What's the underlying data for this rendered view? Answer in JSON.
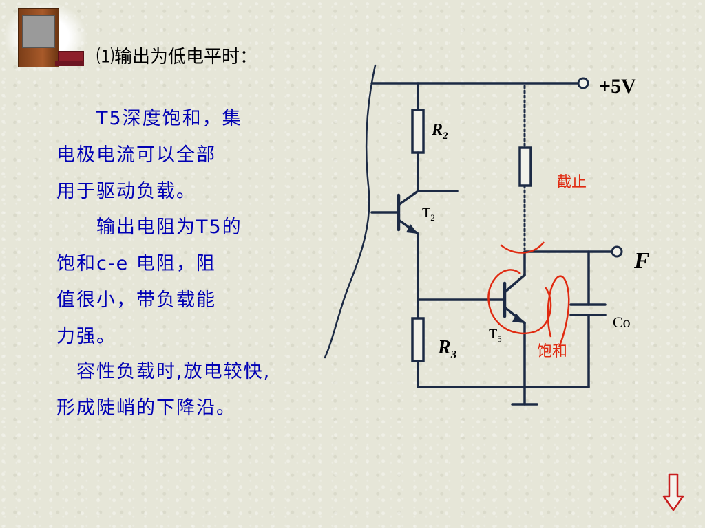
{
  "title": "⑴输出为低电平时：",
  "paragraphs": [
    [
      "　　T5深度饱和，集",
      "电极电流可以全部",
      "用于驱动负载。"
    ],
    [
      "　　输出电阻为T5的",
      "饱和c-e 电阻，阻",
      "值很小，带负载能",
      "力强。"
    ],
    [
      "　容性负载时,放电较快,",
      "形成陡峭的下降沿。"
    ]
  ],
  "circuit": {
    "supply_label": "+5V",
    "r2_label": "R",
    "r2_sub": "2",
    "t2_label": "T",
    "t2_sub": "2",
    "r3_label": "R",
    "r3_sub": "3",
    "t5_label": "T",
    "t5_sub": "5",
    "output_label": "F",
    "cap_label": "Co",
    "cutoff_label": "截止",
    "saturation_label": "饱和"
  },
  "colors": {
    "text_blue": "#0000b4",
    "wire": "#1c2a44",
    "annotation_red": "#e02a10"
  },
  "icons": [
    "book-icon",
    "down-arrow-icon"
  ]
}
